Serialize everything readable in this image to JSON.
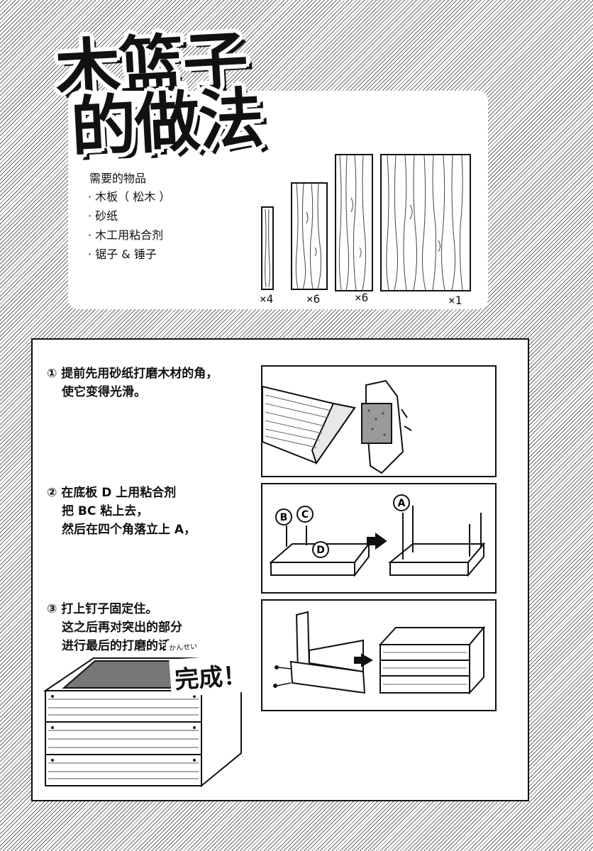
{
  "title": {
    "line1": "木篮子",
    "line2": "的做法"
  },
  "materials": {
    "heading": "需要的物品",
    "items": [
      "· 木板（ 松木 ）",
      "· 砂纸",
      "· 木工用粘合剂",
      "· 锯子 & 锤子"
    ],
    "quantities": [
      "×4",
      "×6",
      "×6",
      "×1"
    ]
  },
  "steps": [
    {
      "text_lines": [
        "① 提前先用砂纸打磨木材的角，",
        "使它变得光滑。"
      ]
    },
    {
      "text_lines": [
        "② 在底板 D 上用粘合剂",
        "把 BC 粘上去，",
        "然后在四个角落立上 A，"
      ],
      "labels": {
        "b": "B",
        "c": "C",
        "d": "D",
        "a": "A"
      }
    },
    {
      "text_lines": [
        "③ 打上钉子固定住。",
        "这之后再对突出的部分",
        "进行最后的打磨的话，"
      ]
    }
  ],
  "completion": {
    "ruby": "かんせい",
    "text": "完成！"
  },
  "colors": {
    "ink": "#111111",
    "paper": "#ffffff",
    "screen": "#6a6a6a"
  }
}
